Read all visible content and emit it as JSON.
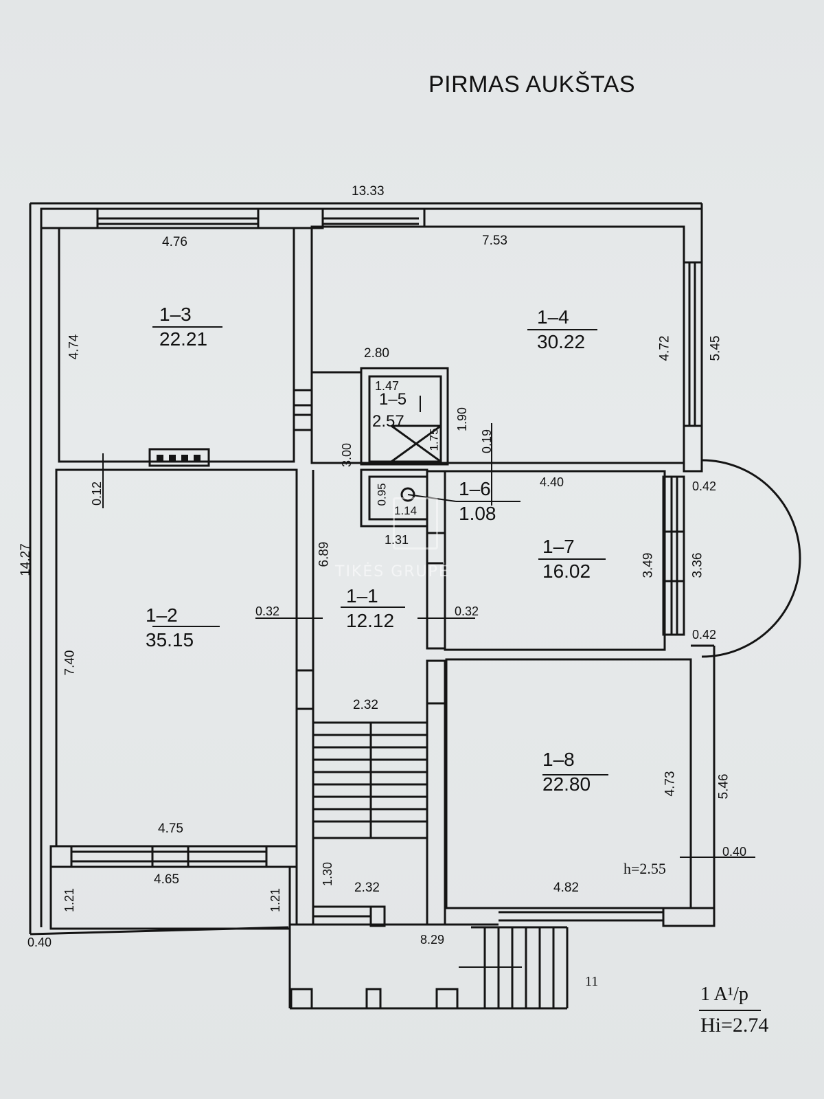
{
  "title": "PIRMAS AUKŠTAS",
  "watermark": "TIKĖS GRUPĖ",
  "footer": {
    "line1": "1 A¹/p",
    "line2": "Hi=2.74"
  },
  "rooms": [
    {
      "id": "1–3",
      "area": "22.21"
    },
    {
      "id": "1–4",
      "area": "30.22"
    },
    {
      "id": "1–5",
      "area": "2.57"
    },
    {
      "id": "1–6",
      "area": "1.08"
    },
    {
      "id": "1–7",
      "area": "16.02"
    },
    {
      "id": "1–2",
      "area": "35.15"
    },
    {
      "id": "1–1",
      "area": "12.12"
    },
    {
      "id": "1–8",
      "area": "22.80"
    }
  ],
  "dimensions": [
    "13.33",
    "4.76",
    "7.53",
    "4.74",
    "2.80",
    "4.72",
    "5.45",
    "1.47",
    "1.90",
    "3.00",
    "1.75",
    "0.19",
    "0.12",
    "0.42",
    "4.40",
    "0.95",
    "1.14",
    "1.31",
    "14.27",
    "6.89",
    "3.49",
    "3.36",
    "0.32",
    "0.32",
    "0.42",
    "7.40",
    "2.32",
    "5.46",
    "4.73",
    "4.75",
    "0.40",
    "4.65",
    "1.30",
    "2.32",
    "4.82",
    "1.21",
    "1.21",
    "0.40",
    "8.29",
    "11"
  ],
  "height_label": "h=2.55"
}
